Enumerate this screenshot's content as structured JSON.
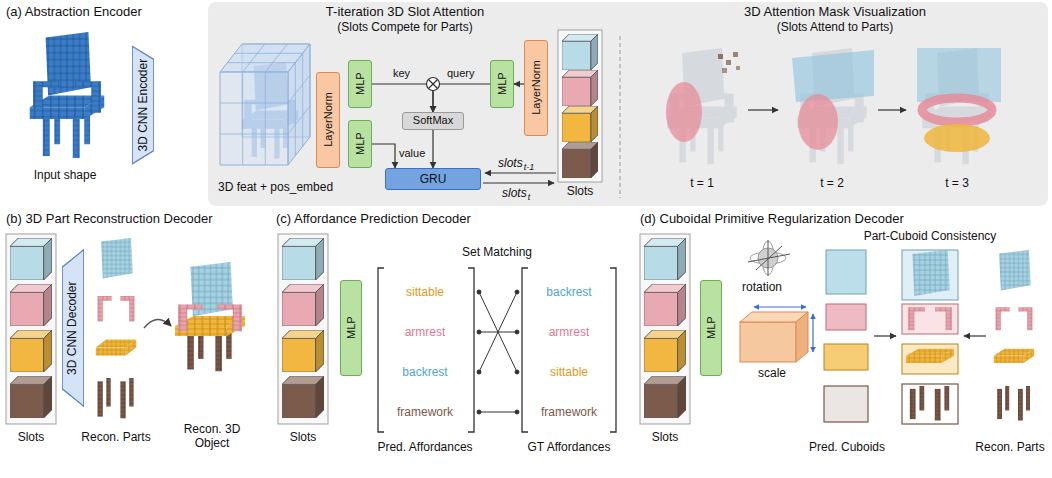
{
  "diagram": {
    "nodes": [
      {
        "text": [
          "3D CNN Encoder"
        ]
      },
      {
        "text": [
          "LayerNorm"
        ]
      },
      {
        "text": [
          "MLP"
        ]
      },
      {
        "text": [
          "MLP"
        ]
      },
      {
        "text": [
          "SoftMax"
        ]
      },
      {
        "text": [
          "GRU"
        ]
      },
      {
        "text": [
          "MLP"
        ]
      },
      {
        "text": [
          "LayerNorm"
        ]
      },
      {
        "text": [
          "3D CNN Decoder"
        ]
      },
      {
        "text": [
          "MLP"
        ]
      },
      {
        "text": [
          "MLP"
        ]
      }
    ],
    "edges": [
      {
        "from": 2,
        "to": 4,
        "label": "key",
        "arrow": "to"
      },
      {
        "from": 6,
        "to": 4,
        "label": "query",
        "arrow": "to"
      },
      {
        "from": 4,
        "to": 5,
        "arrow": "to"
      },
      {
        "from": 3,
        "to": 5,
        "label": "value",
        "arrow": "to"
      },
      {
        "from": 7,
        "to": 6,
        "arrow": "to"
      }
    ],
    "labels": [
      "(a) Abstraction Encoder",
      "Input shape",
      "T-iteration 3D Slot Attention",
      "(Slots Compete for Parts)",
      "3D feat + pos_embed",
      "slots",
      "t-1",
      "slots",
      "t",
      "Slots",
      "3D Attention Mask Visualization",
      "(Slots Attend to Parts)",
      "t = 1",
      "t = 2",
      "t = 3",
      "(b) 3D Part Reconstruction Decoder",
      "Slots",
      "Recon. Parts",
      "Recon. 3D Object",
      "(c) Affordance Prediction Decoder",
      "Set Matching",
      "sittable",
      "armrest",
      "backrest",
      "framework",
      "backrest",
      "armrest",
      "sittable",
      "framework",
      "Slots",
      "Pred. Affordances",
      "GT Affordances",
      "(d) Cuboidal Primitive Regularization Decoder",
      "Part-Cuboid Consistency",
      "rotation",
      "scale",
      "Slots",
      "Pred. Cuboids",
      "Recon. Parts"
    ]
  }
}
